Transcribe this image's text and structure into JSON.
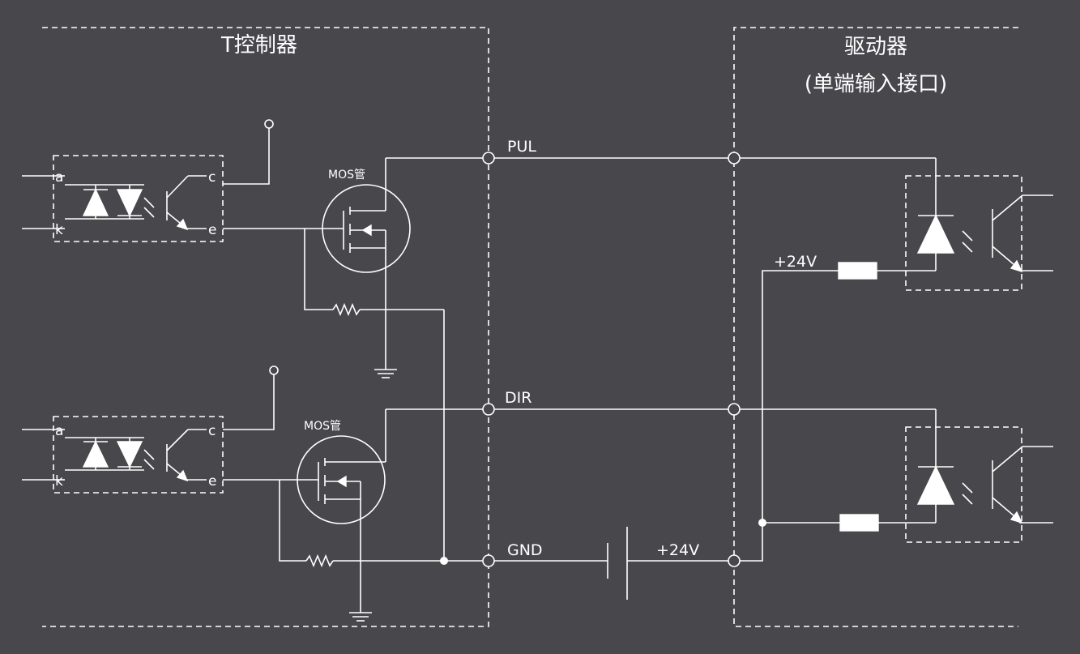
{
  "controller": {
    "title": "T控制器"
  },
  "driver": {
    "title": "驱动器",
    "subtitle": "(单端输入接口)"
  },
  "signals": {
    "pul": "PUL",
    "dir": "DIR",
    "gnd": "GND"
  },
  "supply": {
    "label_top": "+24V",
    "label_bottom": "+24V"
  },
  "optocoupler_pins": {
    "a": "a",
    "k": "k",
    "c": "c",
    "e": "e"
  },
  "mosfet_label": "MOS管",
  "colors": {
    "background": "#48474c",
    "line": "#ffffff"
  }
}
